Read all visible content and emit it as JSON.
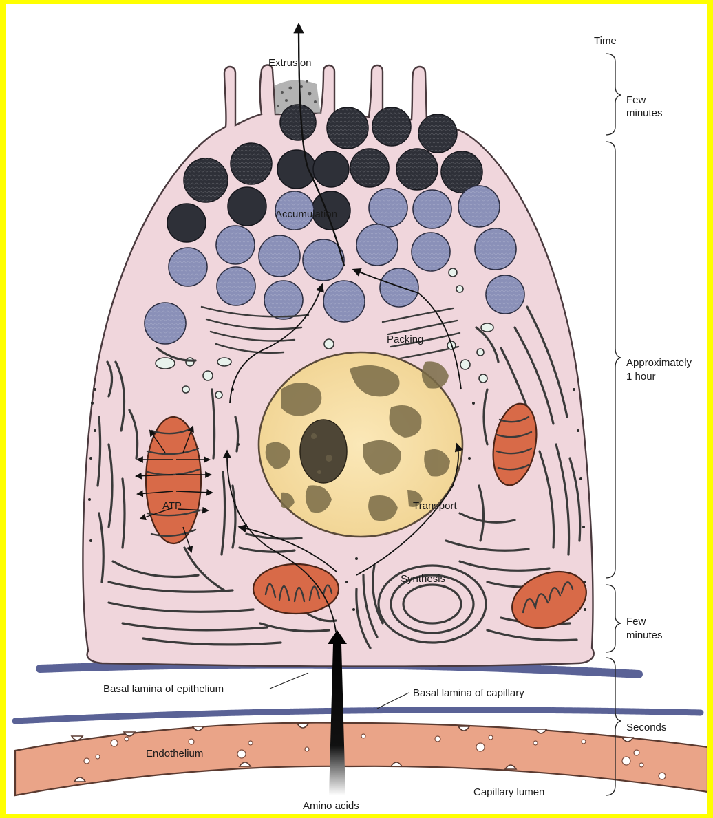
{
  "labels": {
    "time": "Time",
    "few_minutes_top_1": "Few",
    "few_minutes_top_2": "minutes",
    "approx_1": "Approximately",
    "approx_2": "1 hour",
    "few_minutes_bottom_1": "Few",
    "few_minutes_bottom_2": "minutes",
    "seconds": "Seconds",
    "extrusion": "Extrusion",
    "accumulation": "Accumulation",
    "packing": "Packing",
    "transport": "Transport",
    "synthesis": "Synthesis",
    "atp": "ATP",
    "basal_lamina_epithelium": "Basal lamina of epithelium",
    "basal_lamina_capillary": "Basal lamina of capillary",
    "endothelium": "Endothelium",
    "capillary_lumen": "Capillary lumen",
    "amino_acids": "Amino acids"
  },
  "colors": {
    "frame": "#ffff00",
    "cytoplasm": "#f0d6dc",
    "cytoplasm_edge": "#4a3a3e",
    "granule_mature": "#2e3038",
    "granule_immature": "#8a90b8",
    "nucleus": "#f6dfa8",
    "chromatin": "#6d6040",
    "mitochondrion": "#d86a48",
    "basal_lamina": "#5a6296",
    "endothelium": "#eaa488"
  }
}
